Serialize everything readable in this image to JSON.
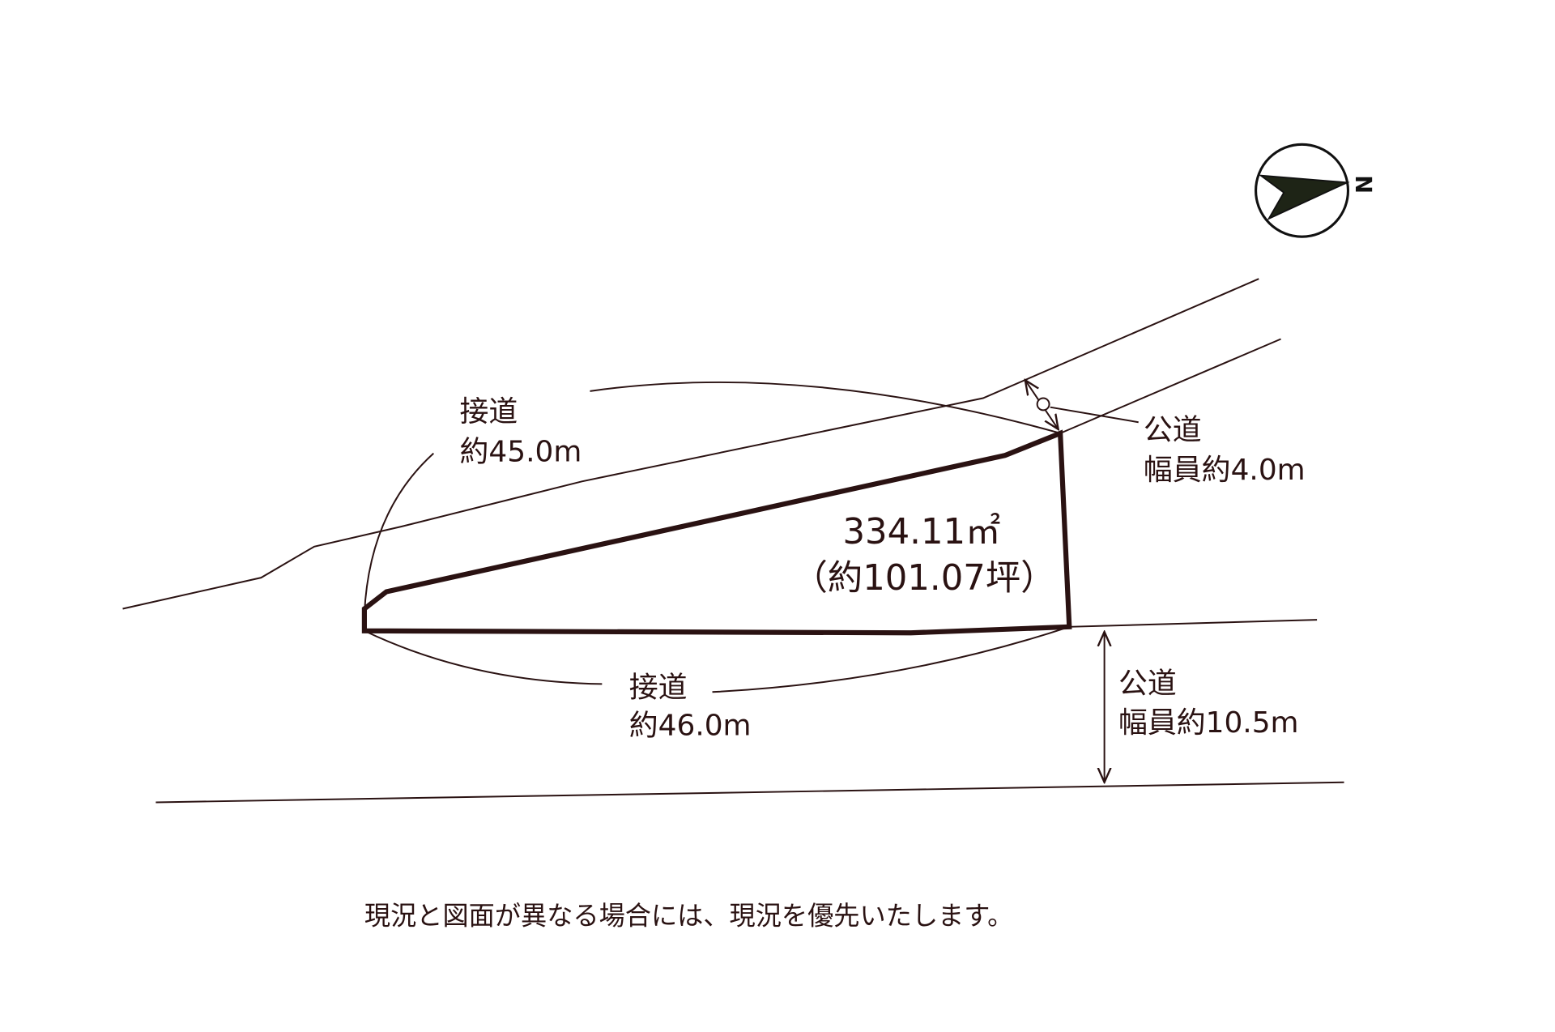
{
  "colors": {
    "line": "#2a1212",
    "compass": "#1e2416"
  },
  "compass": {
    "label": "N"
  },
  "lot": {
    "area": "334.11㎡",
    "tsubo": "（約101.07坪）"
  },
  "frontage_upper": {
    "line1": "接道",
    "line2": "約45.0m"
  },
  "frontage_lower": {
    "line1": "接道",
    "line2": "約46.0m"
  },
  "road_upper": {
    "line1": "公道",
    "line2": "幅員約4.0m"
  },
  "road_lower": {
    "line1": "公道",
    "line2": "幅員約10.5m"
  },
  "note": "現況と図面が異なる場合には、現況を優先いたします。"
}
